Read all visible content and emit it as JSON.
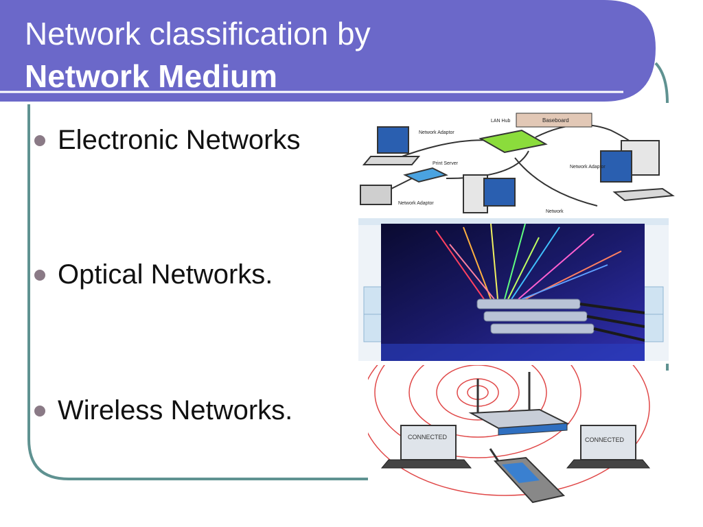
{
  "slide": {
    "title_line1": "Network classification by",
    "title_line2": "Network Medium"
  },
  "bullets": [
    "Electronic Networks",
    "Optical Networks.",
    "Wireless Networks."
  ],
  "images": {
    "electronic": {
      "labels": [
        "Network Adaptor",
        "LAN Hub",
        "Baseboard",
        "Print Server",
        "Network Adaptor",
        "Network Adaptor",
        "Network"
      ]
    },
    "wireless": {
      "labels": [
        "CONNECTED",
        "CONNECTED"
      ]
    }
  },
  "colors": {
    "title_bar": "#6b68c9",
    "frame": "#5f9291",
    "bullet": "#8a7a86"
  }
}
